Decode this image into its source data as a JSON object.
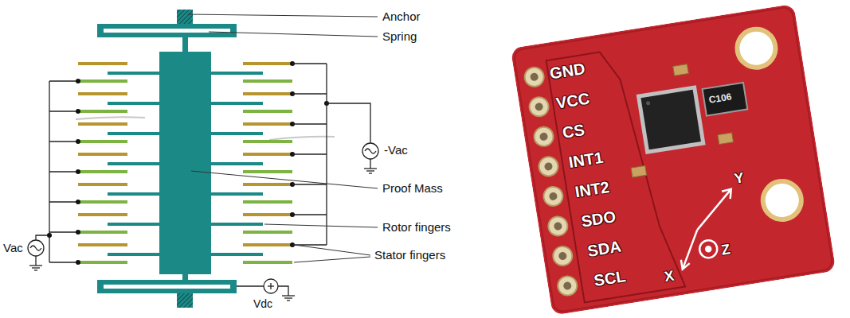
{
  "diagram": {
    "labels": [
      "Anchor",
      "Spring",
      "-Vac",
      "Proof Mass",
      "Rotor fingers",
      "Stator fingers",
      "Vac",
      "Vdc",
      "GND",
      "VCC",
      "CS",
      "INT1",
      "INT2",
      "SDO",
      "SDA",
      "SCL",
      "C106",
      "Y",
      "Z",
      "X"
    ]
  }
}
